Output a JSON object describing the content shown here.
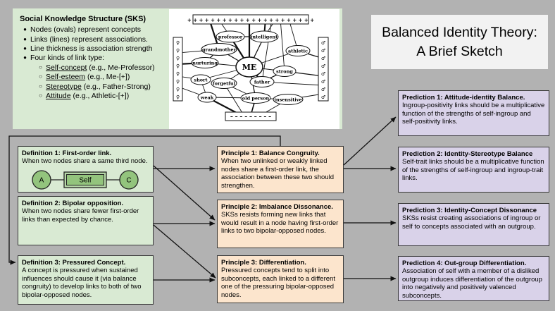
{
  "title_card": {
    "line1": "Balanced Identity Theory:",
    "line2": "A Brief Sketch"
  },
  "glyphs": {
    "bullet": "●",
    "sub_bullet": "○"
  },
  "sks_panel": {
    "heading": "Social Knowledge Structure (SKS)",
    "bullets": [
      "Nodes (ovals) represent concepts",
      "Links (lines) represent associations.",
      "Line thickness is association strength",
      "Four kinds of link type:"
    ],
    "link_types": [
      {
        "term": "Self-concept",
        "rest": " (e.g., Me-Professor)"
      },
      {
        "term": "Self-esteem",
        "rest": " (e.g., Me-[+])"
      },
      {
        "term": "Stereotype",
        "rest": " (e.g., Father-Strong)"
      },
      {
        "term": "Attitude",
        "rest": " (e.g., Athletic-[+])"
      }
    ]
  },
  "figure": {
    "plus_row": "+ + + + + + + + + + + + + + + + + + + + + +",
    "minus_row": "– – – – – – – – –",
    "female_symbol": "♀",
    "male_symbol": "♂",
    "nodes": {
      "professor": "professor",
      "intelligent": "intelligent",
      "grandmother": "grandmother",
      "athletic": "athletic",
      "nurturing": "nurturing",
      "me": "ME",
      "strong": "strong",
      "short": "short",
      "father": "father",
      "forgetful": "forgetful",
      "weak": "weak",
      "old_person": "old person",
      "insensitive": "insensitive"
    }
  },
  "def1_diagram": {
    "node_a": "A",
    "node_self": "Self",
    "node_c": "C"
  },
  "definitions": [
    {
      "title": "Definition 1: First-order link.",
      "body": "When two nodes share a same third node."
    },
    {
      "title": "Definition 2: Bipolar opposition.",
      "body": "When two nodes share fewer first-order links than expected by chance."
    },
    {
      "title": "Definition 3: Pressured Concept.",
      "body": "A concept is pressured when sustained influences should cause it (via balance congruity) to develop links to both of two bipolar-opposed nodes."
    }
  ],
  "principles": [
    {
      "title": "Principle 1: Balance Congruity.",
      "body": "When two unlinked or weakly linked nodes share a first-order link, the association between these two should strengthen."
    },
    {
      "title": "Principle 2: Imbalance Dissonance.",
      "body": "SKSs resists forming new links that would result in a node having first-order links to two bipolar-opposed nodes."
    },
    {
      "title": "Principle 3: Differentiation.",
      "body": "Pressured concepts tend to split into subconcepts, each linked to a different one of the pressuring bipolar-opposed nodes."
    }
  ],
  "predictions": [
    {
      "title": "Prediction 1: Attitude-identity Balance.",
      "body": "Ingroup-positivity links should be a multiplicative function of the strengths of self-ingroup and self-positivity links."
    },
    {
      "title": "Prediction 2: Identity-Stereotype Balance",
      "body": "Self-trait links should be a multiplicative function of the strengths of self-ingroup and ingroup-trait links."
    },
    {
      "title": "Prediction 3: Identity-Concept Dissonance",
      "body": "SKSs resist creating associations of ingroup or self to concepts associated with an outgroup."
    },
    {
      "title": "Prediction 4: Out-group Differentiation.",
      "body": "Association of self with a member of a disliked outgroup induces differentiation of the outgroup into negatively and positively valenced subconcepts."
    }
  ],
  "colors": {
    "background": "#b2b2b2",
    "definition_fill": "#d9ead3",
    "principle_fill": "#fce5cd",
    "prediction_fill": "#d9d2e9",
    "title_card_fill": "#f2f2f2",
    "diagram_node_fill": "#93c47d",
    "line": "#111111"
  }
}
